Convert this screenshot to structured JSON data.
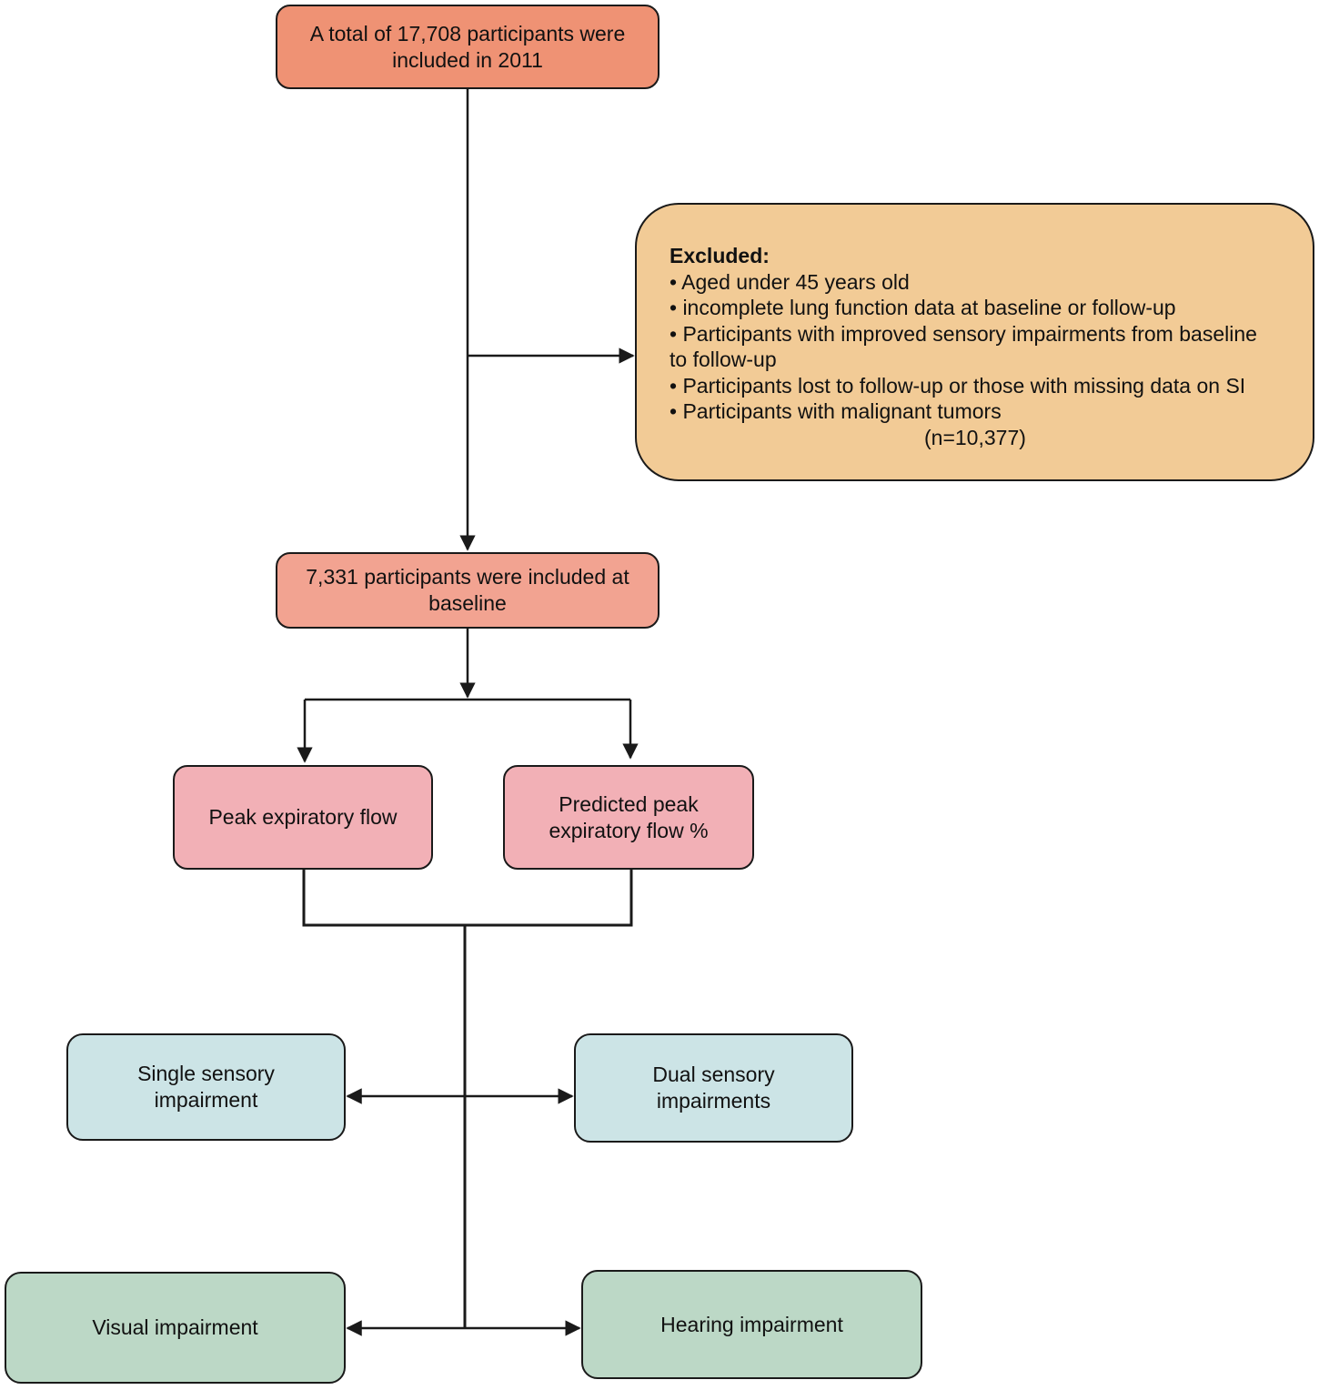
{
  "nodes": {
    "total": {
      "lines": [
        "A total of 17,708 participants were",
        "included in 2011"
      ]
    },
    "excluded": {
      "heading": "Excluded:",
      "items": [
        "• Aged under 45 years old",
        "• incomplete lung function data at baseline or follow-up",
        "• Participants with improved sensory impairments from baseline",
        "to follow-up",
        "• Participants lost to follow-up or those with missing data on SI",
        "• Participants with malignant tumors"
      ],
      "count": "(n=10,377)"
    },
    "baseline": {
      "lines": [
        "7,331 participants were included at",
        "baseline"
      ]
    },
    "pef": {
      "lines": [
        "Peak expiratory flow"
      ]
    },
    "ppef": {
      "lines": [
        "Predicted peak",
        "expiratory flow %"
      ]
    },
    "single": {
      "lines": [
        "Single sensory",
        "impairment"
      ]
    },
    "dual": {
      "lines": [
        "Dual sensory",
        "impairments"
      ]
    },
    "visual": {
      "lines": [
        "Visual impairment"
      ]
    },
    "hearing": {
      "lines": [
        "Hearing impairment"
      ]
    }
  },
  "colors": {
    "total": "#ef9274",
    "excluded": "#f2cb96",
    "baseline": "#f2a391",
    "lung_function": "#f2b0b6",
    "sensory_type": "#cce4e6",
    "impairment_kind": "#bcd8c6",
    "line": "#1a1a1a"
  }
}
